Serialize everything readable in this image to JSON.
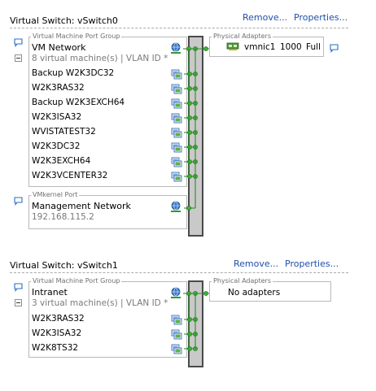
{
  "switches": [
    {
      "title": "Virtual Switch: vSwitch0",
      "remove_label": "Remove...",
      "properties_label": "Properties...",
      "vm_group": {
        "legend": "Virtual Machine Port Group",
        "name": "VM Network",
        "subtitle": "8 virtual machine(s) | VLAN ID *",
        "vms": [
          "Backup W2K3DC32",
          "W2K3RAS32",
          "Backup W2K3EXCH64",
          "W2K3ISA32",
          "WVISTATEST32",
          "W2K3DC32",
          "W2K3EXCH64",
          "W2K3VCENTER32"
        ]
      },
      "vmkernel": {
        "legend": "VMkernel Port",
        "name": "Management Network",
        "ip": "192.168.115.2"
      },
      "physical": {
        "legend": "Physical Adapters",
        "adapter": "vmnic1",
        "speed": "1000",
        "duplex": "Full"
      }
    },
    {
      "title": "Virtual Switch: vSwitch1",
      "remove_label": "Remove...",
      "properties_label": "Properties...",
      "vm_group": {
        "legend": "Virtual Machine Port Group",
        "name": "Intranet",
        "subtitle": "3 virtual machine(s) | VLAN ID *",
        "vms": [
          "W2K3RAS32",
          "W2K3ISA32",
          "W2K8TS32"
        ]
      },
      "physical": {
        "legend": "Physical Adapters",
        "none_label": "No adapters"
      }
    }
  ]
}
